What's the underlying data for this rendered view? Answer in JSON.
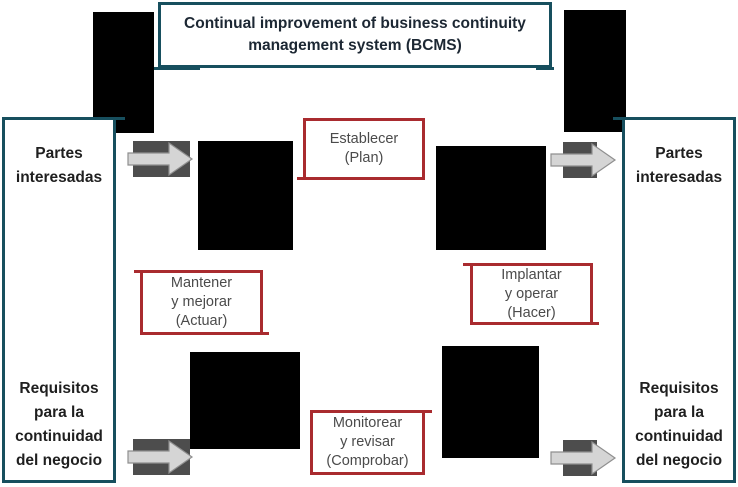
{
  "diagram": {
    "title": "Continual improvement of business continuity management system (BCMS)",
    "left_panel": {
      "top_lines": [
        "Partes",
        "interesadas"
      ],
      "bottom_lines": [
        "Requisitos",
        "para la",
        "continuidad",
        "del negocio"
      ]
    },
    "right_panel": {
      "top_lines": [
        "Partes",
        "interesadas"
      ],
      "bottom_lines": [
        "Requisitos",
        "para la",
        "continuidad",
        "del negocio"
      ]
    },
    "pdca": {
      "plan": [
        "Establecer",
        "(Plan)"
      ],
      "do": [
        "Implantar",
        "y operar",
        "(Hacer)"
      ],
      "check": [
        "Monitorear",
        "y revisar",
        "(Comprobar)"
      ],
      "act": [
        "Mantener",
        "y mejorar",
        "(Actuar)"
      ]
    },
    "icons": {
      "flow_arrow": "right-arrow-3d"
    },
    "colors": {
      "teal_border": "#174f5e",
      "red_border": "#a92b2f",
      "arrow_light": "#d5d5d5",
      "arrow_dark": "#4d4d4d",
      "redaction": "#000000",
      "title_text": "#1c2733",
      "panel_text": "#1f1f1f",
      "pdca_text": "#4b4b4b"
    }
  }
}
